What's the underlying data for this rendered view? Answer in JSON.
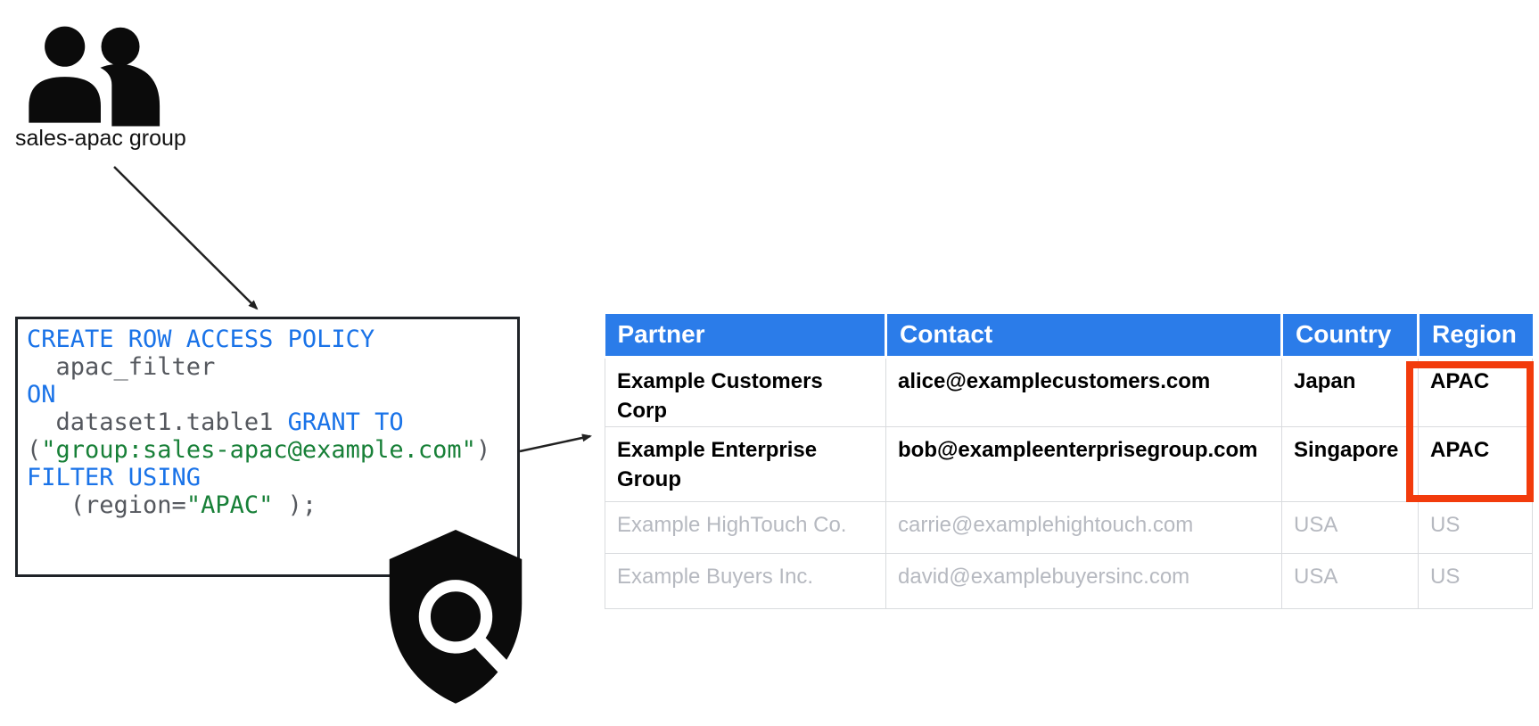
{
  "colors": {
    "keyword_blue": "#1a73e8",
    "string_green": "#188038",
    "code_plain_gray": "#55585e",
    "table_header_blue": "#2b7ce9",
    "highlight_red": "#f23b0c",
    "muted_row_gray": "#b6b9c0",
    "icon_black": "#0b0b0b"
  },
  "group": {
    "label": "sales-apac group"
  },
  "code": {
    "line1": {
      "keyword": "CREATE ROW ACCESS POLICY"
    },
    "line2": {
      "plain": "  apac_filter"
    },
    "line3": {
      "keyword": "ON"
    },
    "line4": {
      "plain": "  dataset1.table1 ",
      "keyword": "GRANT TO"
    },
    "line5": {
      "open": "(",
      "string": "\"group:sales-apac@example.com\"",
      "close": ")"
    },
    "line6": {
      "keyword": "FILTER USING"
    },
    "line7": {
      "pre": "   (region=",
      "string": "\"APAC\"",
      "post": " );"
    }
  },
  "table": {
    "headers": [
      "Partner",
      "Contact",
      "Country",
      "Region"
    ],
    "rows": [
      {
        "partner": "Example Customers Corp",
        "contact": "alice@examplecustomers.com",
        "country": "Japan",
        "region": "APAC",
        "muted": false
      },
      {
        "partner": "Example Enterprise Group",
        "contact": "bob@exampleenterprisegroup.com",
        "country": "Singapore",
        "region": "APAC",
        "muted": false
      },
      {
        "partner": "Example HighTouch Co.",
        "contact": "carrie@examplehightouch.com",
        "country": "USA",
        "region": "US",
        "muted": true
      },
      {
        "partner": "Example Buyers Inc.",
        "contact": "david@examplebuyersinc.com",
        "country": "USA",
        "region": "US",
        "muted": true
      }
    ]
  }
}
